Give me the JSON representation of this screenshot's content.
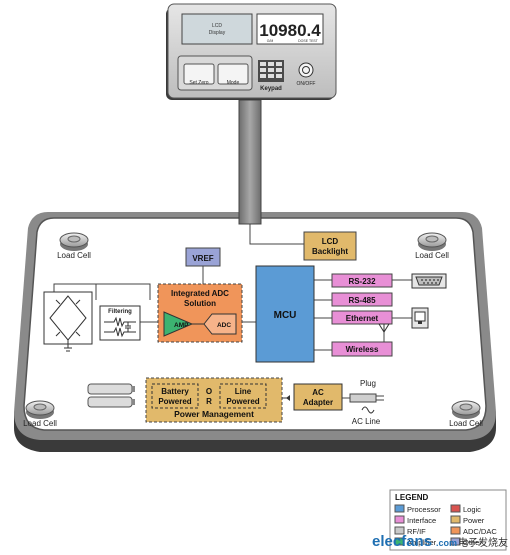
{
  "indicator": {
    "lcd_line1": "LCD",
    "lcd_line2": "Display",
    "readout": "10980.4",
    "unit_left": "G/M",
    "unit_right": "DOSE TEST",
    "btn_set_zero": "Set Zero",
    "btn_mode": "Mode",
    "keypad_label": "Keypad",
    "onoff_label": "ON/OFF"
  },
  "load_cells": {
    "label": "Load Cell"
  },
  "blocks": {
    "vref": "VREF",
    "adc_title_1": "Integrated ADC",
    "adc_title_2": "Solution",
    "amp": "AMP",
    "adc": "ADC",
    "filtering": "Filtering",
    "mcu": "MCU",
    "lcd_backlight_1": "LCD",
    "lcd_backlight_2": "Backlight",
    "rs232": "RS-232",
    "rs485": "RS-485",
    "ethernet": "Ethernet",
    "wireless": "Wireless",
    "battery_1": "Battery",
    "battery_2": "Powered",
    "or": [
      "O",
      "R"
    ],
    "line_1": "Line",
    "line_2": "Powered",
    "power_mgmt": "Power Management",
    "ac_adapter_1": "AC",
    "ac_adapter_2": "Adapter",
    "plug": "Plug",
    "ac_line": "AC Line"
  },
  "legend": {
    "title": "LEGEND",
    "items": [
      {
        "label": "Processor",
        "color": "#5b9bd5"
      },
      {
        "label": "Logic",
        "color": "#d9534f"
      },
      {
        "label": "Interface",
        "color": "#e88fd6"
      },
      {
        "label": "Power",
        "color": "#e1b96b"
      },
      {
        "label": "RF/IF",
        "color": "#c9c9c9"
      },
      {
        "label": "ADC/DAC",
        "color": "#f0955a"
      },
      {
        "label": "Amplifier",
        "color": "#3cb371"
      },
      {
        "label": "Other",
        "color": "#9aa3d6"
      }
    ]
  },
  "watermark": {
    "text1": "elecfans",
    "text2": ".com",
    "text3": "电子发烧友"
  },
  "colors": {
    "processor": "#5b9bd5",
    "interface": "#e88fd6",
    "power": "#e1b96b",
    "adc": "#f0955a",
    "amplifier": "#3cb371",
    "other": "#9aa3d6"
  }
}
